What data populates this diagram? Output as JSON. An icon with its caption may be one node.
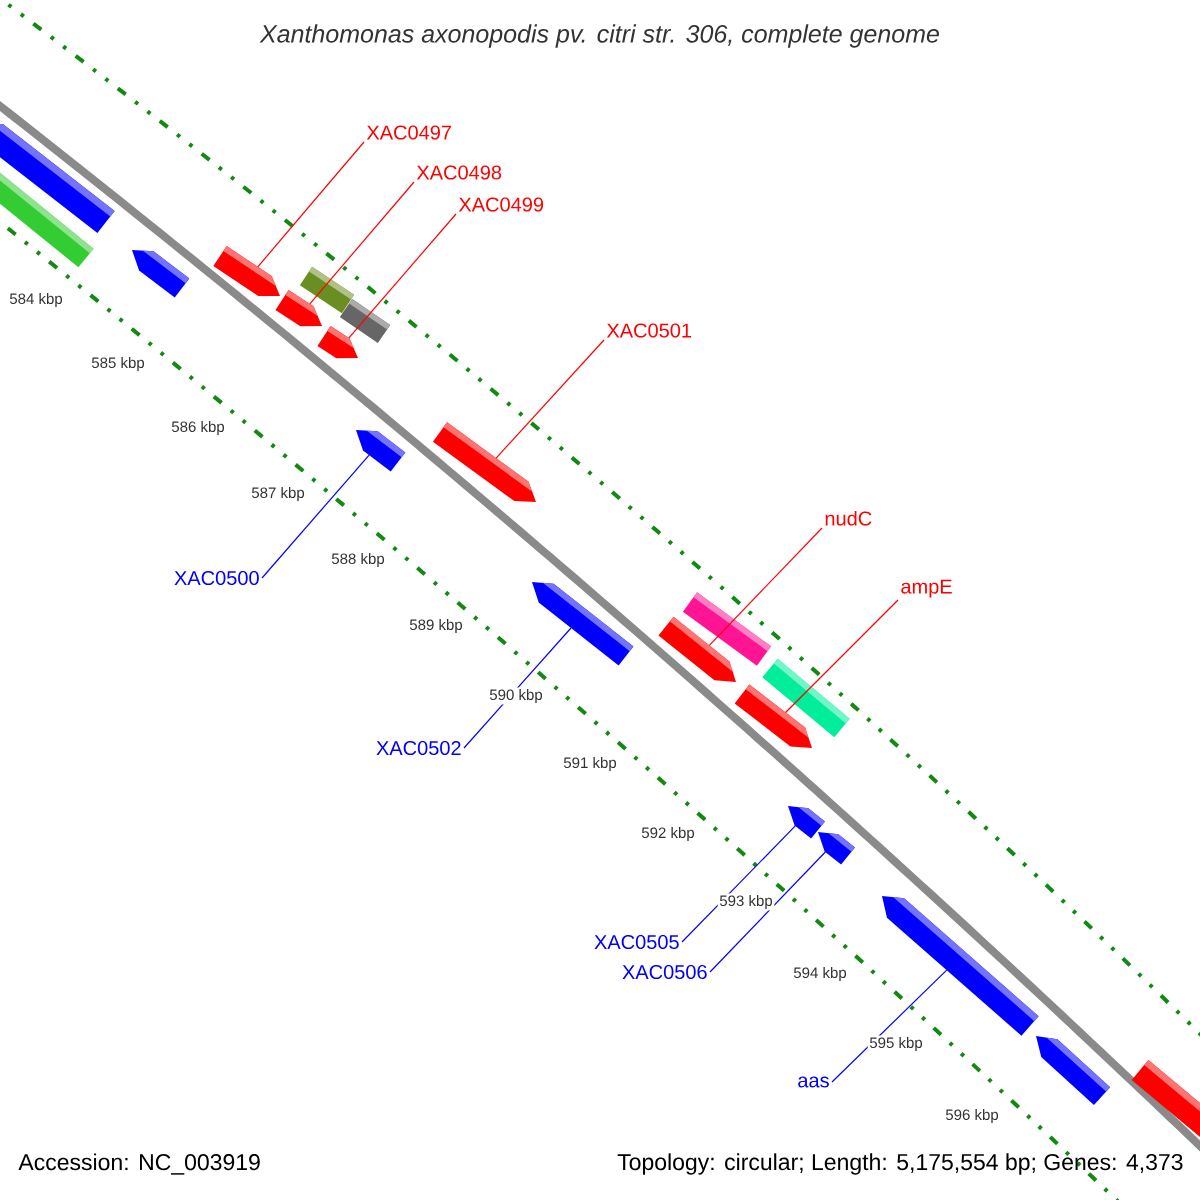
{
  "diagram": {
    "title": "Xanthomonas axonopodis pv. citri str. 306, complete genome",
    "nodes": [
      {
        "text": [],
        "shape": "arrow"
      },
      {
        "text": [],
        "shape": "bar"
      },
      {
        "text": [],
        "shape": "arrow"
      },
      {
        "text": [],
        "shape": "arrow"
      },
      {
        "text": [],
        "shape": "arrow"
      },
      {
        "text": [],
        "shape": "bar"
      },
      {
        "text": [],
        "shape": "arrow"
      },
      {
        "text": [],
        "shape": "bar"
      },
      {
        "text": [],
        "shape": "arrow"
      },
      {
        "text": [],
        "shape": "arrow"
      },
      {
        "text": [],
        "shape": "arrow"
      },
      {
        "text": [],
        "shape": "arrow"
      },
      {
        "text": [],
        "shape": "bar"
      },
      {
        "text": [],
        "shape": "arrow"
      },
      {
        "text": [],
        "shape": "bar"
      },
      {
        "text": [],
        "shape": "arrow"
      },
      {
        "text": [],
        "shape": "arrow"
      },
      {
        "text": [],
        "shape": "arrow"
      },
      {
        "text": [],
        "shape": "arrow"
      },
      {
        "text": [],
        "shape": "arrow"
      },
      {
        "text": [
          "XAC0497"
        ]
      },
      {
        "text": [
          "XAC0498"
        ]
      },
      {
        "text": [
          "XAC0499"
        ]
      },
      {
        "text": [
          "XAC0501"
        ]
      },
      {
        "text": [
          "nudC"
        ]
      },
      {
        "text": [
          "ampE"
        ]
      },
      {
        "text": [
          "XAC0500"
        ]
      },
      {
        "text": [
          "XAC0502"
        ]
      },
      {
        "text": [
          "XAC0505"
        ]
      },
      {
        "text": [
          "XAC0506"
        ]
      },
      {
        "text": [
          "aas"
        ]
      }
    ],
    "edges": [
      {
        "from": 20,
        "to": 3,
        "arrow": "none"
      },
      {
        "from": 21,
        "to": 4,
        "arrow": "none"
      },
      {
        "from": 22,
        "to": 6,
        "arrow": "none"
      },
      {
        "from": 23,
        "to": 9,
        "arrow": "none"
      },
      {
        "from": 24,
        "to": 11,
        "arrow": "none"
      },
      {
        "from": 25,
        "to": 13,
        "arrow": "none"
      },
      {
        "from": 26,
        "to": 8,
        "arrow": "none",
        "color": "#0000ff"
      },
      {
        "from": 27,
        "to": 10,
        "arrow": "none",
        "color": "#0000ff"
      },
      {
        "from": 28,
        "to": 15,
        "arrow": "none",
        "color": "#0000ff"
      },
      {
        "from": 29,
        "to": 16,
        "arrow": "none",
        "color": "#0000ff"
      },
      {
        "from": 30,
        "to": 17,
        "arrow": "none",
        "color": "#0000ff"
      }
    ],
    "labels": [
      "584 kbp",
      "585 kbp",
      "586 kbp",
      "587 kbp",
      "588 kbp",
      "589 kbp",
      "590 kbp",
      "591 kbp",
      "592 kbp",
      "593 kbp",
      "594 kbp",
      "595 kbp",
      "596 kbp",
      "Accession: NC_003919",
      "Topology: circular; Length: 5,175,554 bp; Genes: 4,373"
    ]
  }
}
